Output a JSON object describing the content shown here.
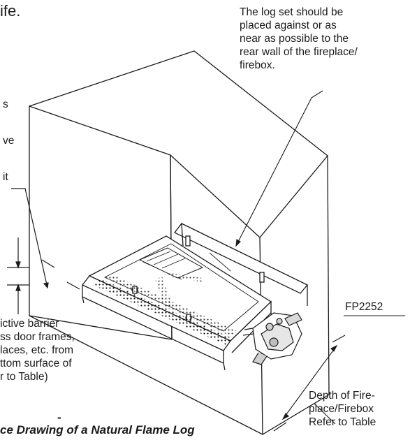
{
  "diagram": {
    "top_fragment": "ife.",
    "left_fragments": [
      "s",
      "ve",
      "it"
    ],
    "log_set_note": [
      "The log set should be",
      "placed against or as",
      "near as possible to the",
      "rear wall of the fireplace/",
      "firebox."
    ],
    "barrier_note": [
      "ictive barrier",
      "ss door frames,",
      "laces, etc. from",
      "ttom surface of",
      "r to Table)"
    ],
    "dash_fragment": "-",
    "figure_code": "FP2252",
    "depth_note": [
      "Depth of Fire-",
      "place/Firebox",
      "Refer to Table"
    ],
    "caption": "ce Drawing of a Natural Flame Log"
  }
}
